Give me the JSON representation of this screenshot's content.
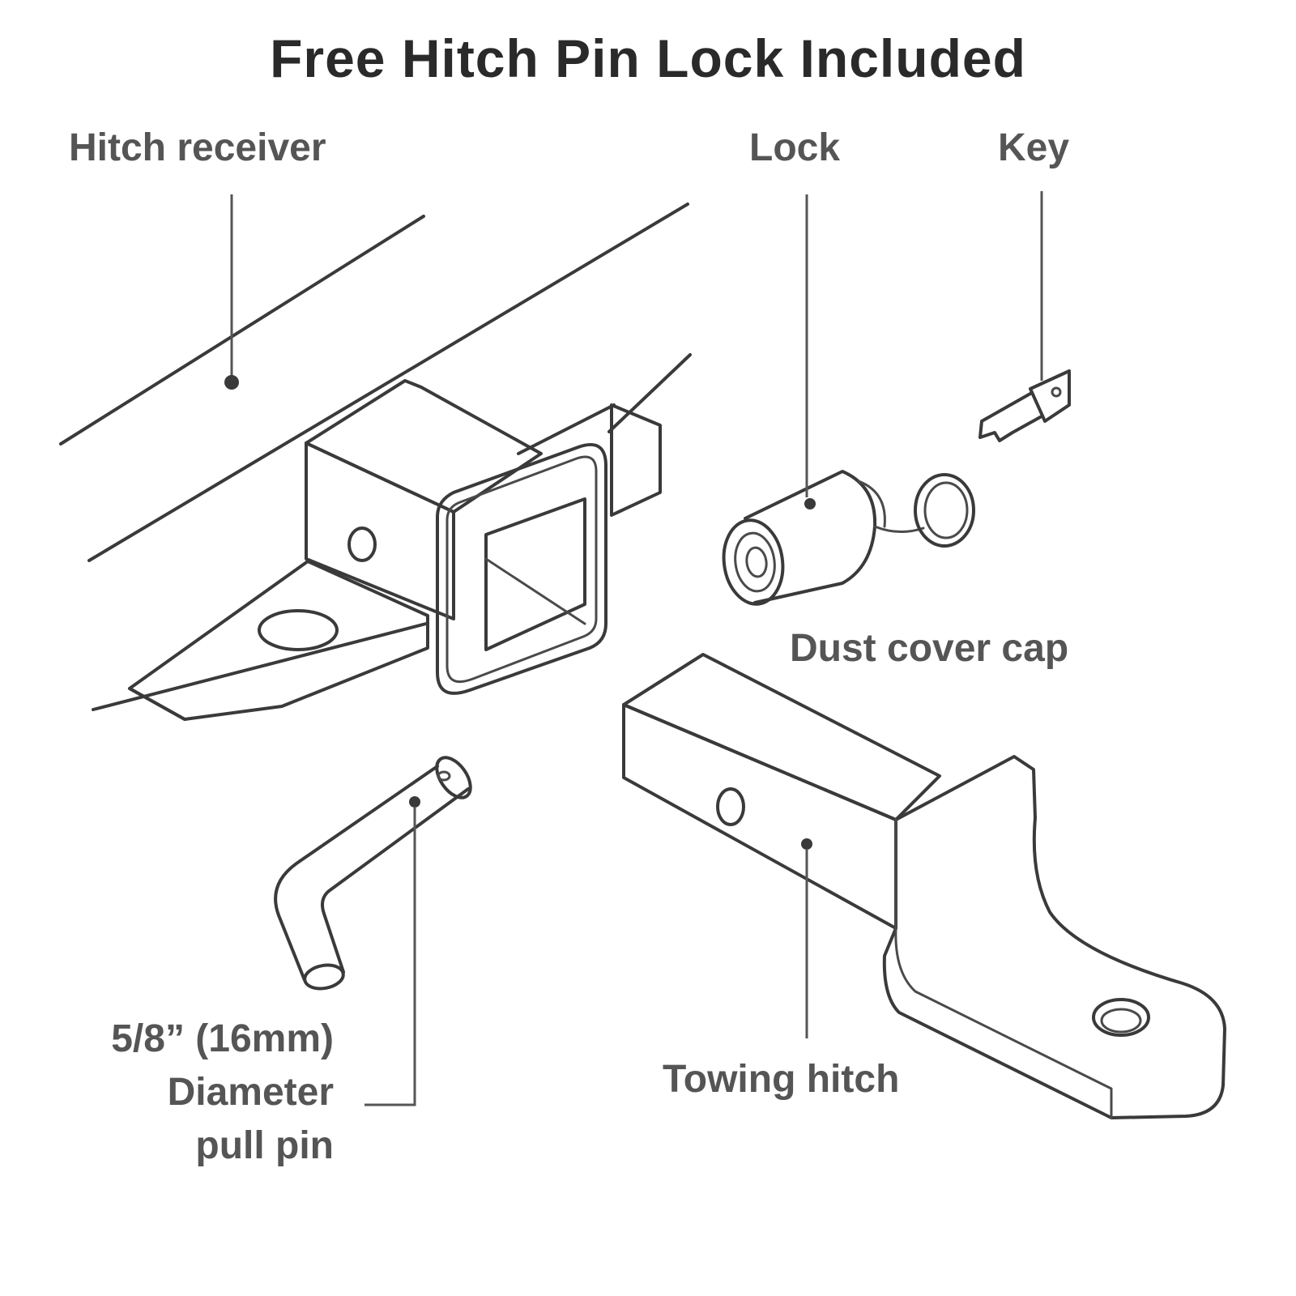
{
  "title": "Free Hitch Pin Lock Included",
  "labels": {
    "hitch_receiver": "Hitch receiver",
    "lock": "Lock",
    "key": "Key",
    "dust_cover_cap": "Dust cover cap",
    "pin_line1": "5/8” (16mm)",
    "pin_line2": "Diameter",
    "pin_line3": "pull pin",
    "towing_hitch": "Towing hitch"
  },
  "colors": {
    "ink": "#3a3a3a",
    "label": "#555555",
    "title": "#2a2a2a"
  }
}
